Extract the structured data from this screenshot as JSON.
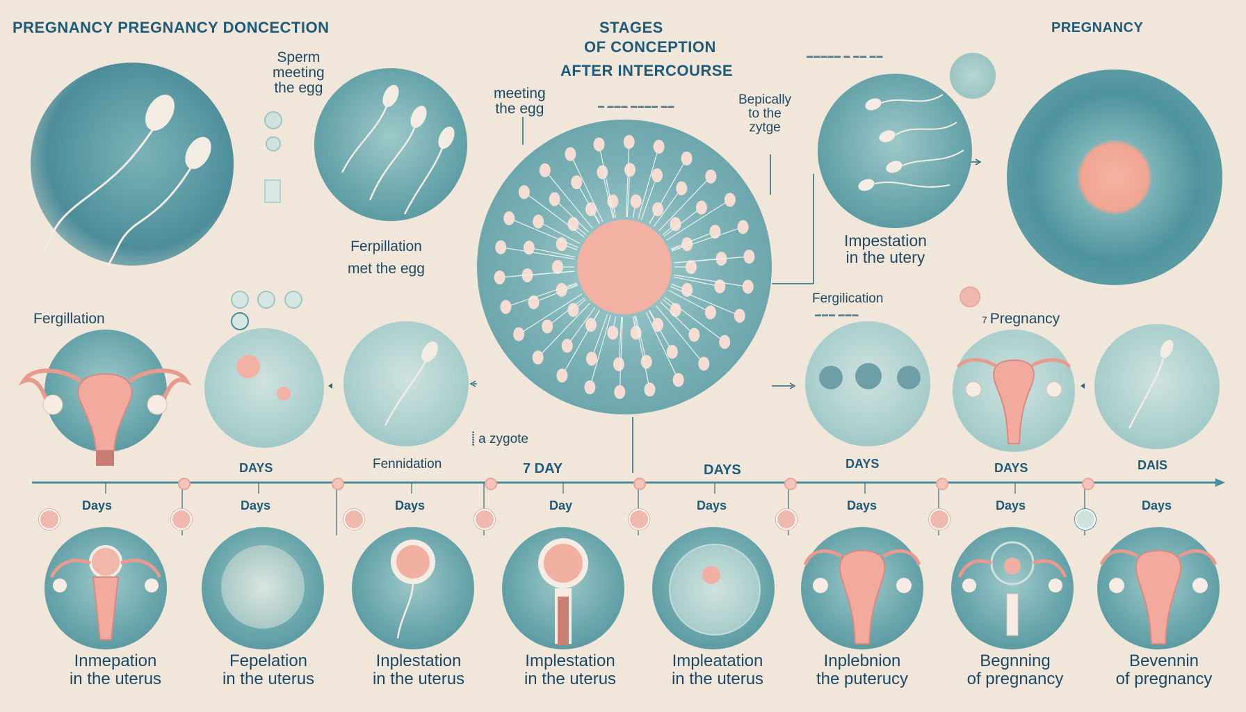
{
  "header": {
    "left_title": "PREGNANCY PREGNANCY DONCECTION",
    "center_title_1": "STAGES",
    "center_title_2": "OF CONCEPTION",
    "center_title_3": "AFTER INTERCOURSE",
    "right_title": "PREGNANCY"
  },
  "top_labels": {
    "sperm_1": "Sperm",
    "sperm_2": "meeting",
    "sperm_3": "the egg",
    "meeting_1": "meeting",
    "meeting_2": "the egg",
    "bepically_1": "Bepically",
    "bepically_2": "to the",
    "bepically_3": "zytge",
    "fert_1": "Ferpillation",
    "fert_2": "met the egg",
    "impestation_1": "Impestation",
    "impestation_2": "in the utery",
    "fergilation_left": "Fergillation",
    "fergilation_right": "Fergilication",
    "zygote": "a zygote",
    "pregnancy_mid": "Pregnancy"
  },
  "timeline": {
    "upper_days": [
      "DAYS",
      "Fennidation",
      "7 DAY",
      "DAYS",
      "DAYS",
      "DAYS",
      "DAIS"
    ],
    "lower_days": [
      "Days",
      "Days",
      "Days",
      "Day",
      "Days",
      "Days",
      "Days",
      "Days"
    ]
  },
  "bottom_labels": [
    {
      "line1": "Inmepation",
      "line2": "in the uterus"
    },
    {
      "line1": "Fepelation",
      "line2": "in the uterus"
    },
    {
      "line1": "Inplestation",
      "line2": "in the uterus"
    },
    {
      "line1": "Implestation",
      "line2": "in the uterus"
    },
    {
      "line1": "Impleatation",
      "line2": "in the uterus"
    },
    {
      "line1": "Inplebnion",
      "line2": "the puterucy"
    },
    {
      "line1": "Begnning",
      "line2": "of pregnancy"
    },
    {
      "line1": "Bevennin",
      "line2": "of pregnancy"
    }
  ],
  "icons": [
    "sperm-icon",
    "egg-icon",
    "uterus-icon",
    "zygote-icon",
    "arrow-icon"
  ],
  "colors": {
    "background": "#f1e6da",
    "teal": "#5d9ea6",
    "pink": "#f0b2a4",
    "text": "#1d5b78"
  }
}
